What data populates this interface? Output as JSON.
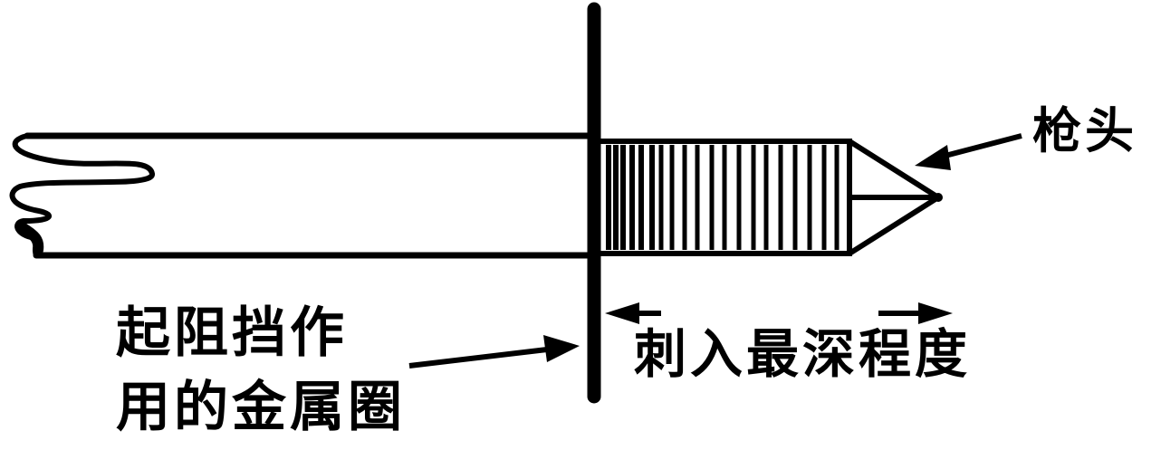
{
  "labels": {
    "spear_tip": "枪头",
    "stop_ring_line1": "起阻挡作",
    "stop_ring_line2": "用的金属圈",
    "max_penetration": "刺入最深程度"
  },
  "colors": {
    "ink": "#000000",
    "paper": "#ffffff"
  },
  "icons": {
    "arrow_to_tip": "arrow-left-icon",
    "arrow_to_ring": "arrow-right-icon",
    "depth_range": "double-arrow-icon"
  }
}
